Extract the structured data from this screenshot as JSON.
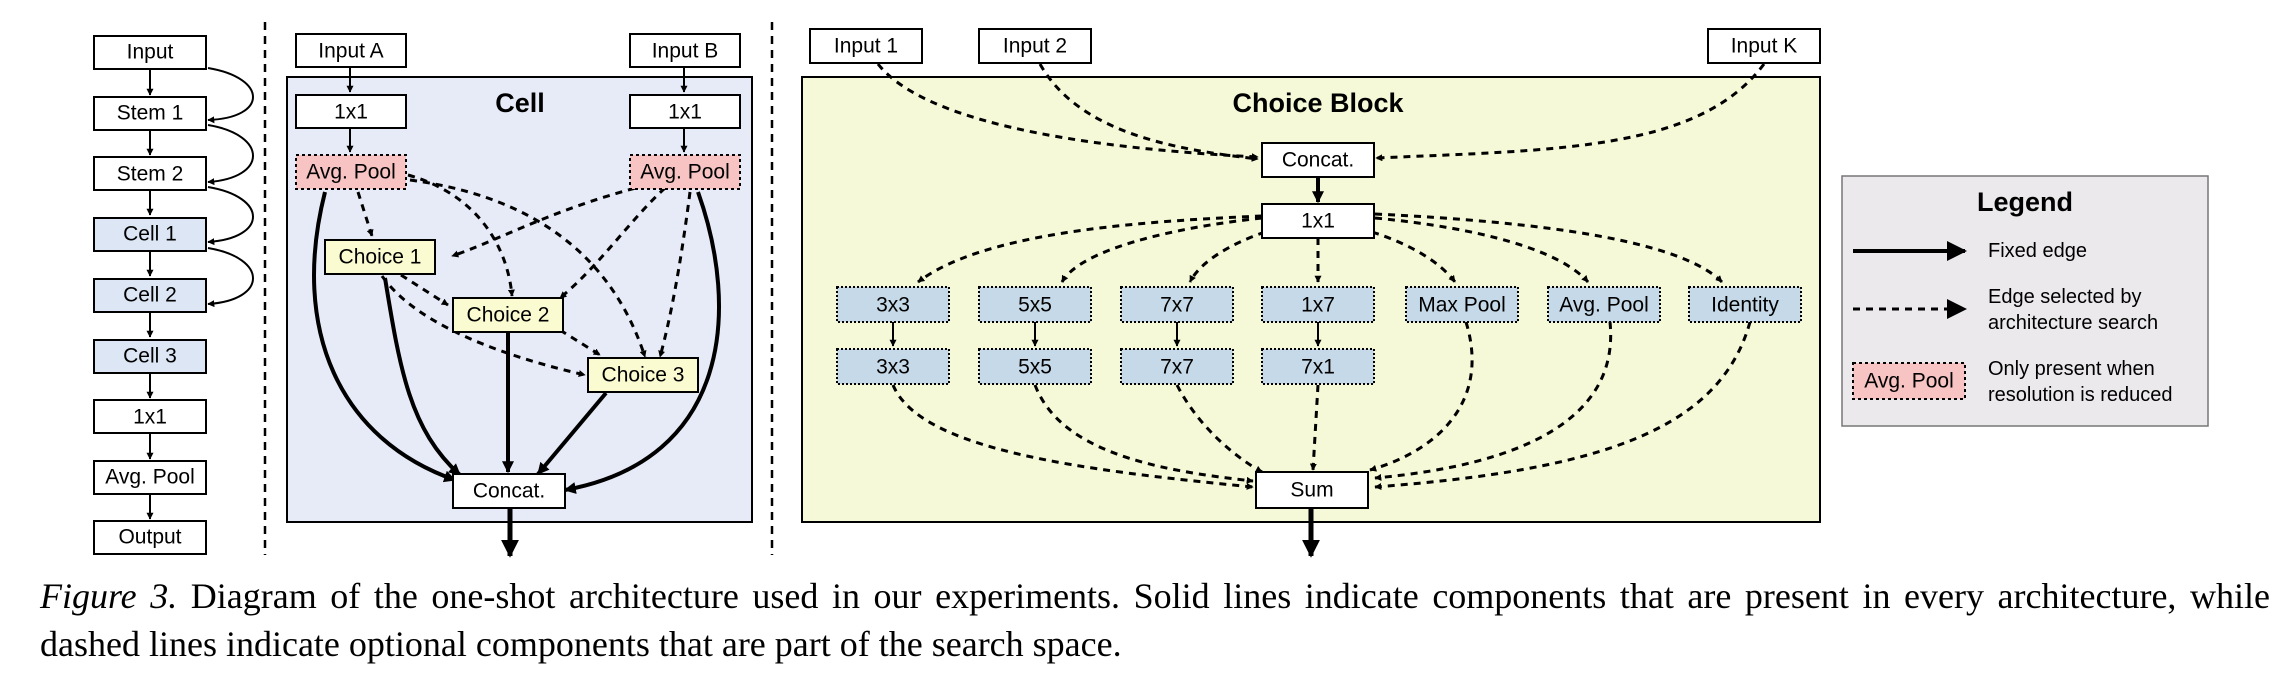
{
  "colors": {
    "blue_fill": "#c5d9e8",
    "blue_panel": "#e7ebf7",
    "yellow_panel": "#f5f9d7",
    "yellow_fill": "#fbfbd1",
    "pink_fill": "#f7c3c3",
    "pink_border": "#d06060",
    "legend_bg": "#ebe9ec"
  },
  "overview": {
    "input": "Input",
    "stem1": "Stem 1",
    "stem2": "Stem 2",
    "cell1": "Cell 1",
    "cell2": "Cell 2",
    "cell3": "Cell 3",
    "conv1x1": "1x1",
    "avg_pool": "Avg. Pool",
    "output": "Output"
  },
  "cell": {
    "title": "Cell",
    "input_a": "Input A",
    "input_b": "Input B",
    "conv_a": "1x1",
    "conv_b": "1x1",
    "pool_a": "Avg. Pool",
    "pool_b": "Avg. Pool",
    "choice1": "Choice 1",
    "choice2": "Choice 2",
    "choice3": "Choice 3",
    "concat": "Concat."
  },
  "choice_block": {
    "title": "Choice Block",
    "input1": "Input 1",
    "input2": "Input 2",
    "inputk": "Input K",
    "concat": "Concat.",
    "conv1x1": "1x1",
    "ops_top": [
      "3x3",
      "5x5",
      "7x7",
      "1x7",
      "Max Pool",
      "Avg. Pool",
      "Identity"
    ],
    "ops_bottom": [
      "3x3",
      "5x5",
      "7x7",
      "7x1"
    ],
    "sum": "Sum"
  },
  "legend": {
    "title": "Legend",
    "fixed_edge": "Fixed edge",
    "selected_edge_line1": "Edge selected by",
    "selected_edge_line2": "architecture search",
    "pool_sample": "Avg. Pool",
    "pool_note_line1": "Only present when",
    "pool_note_line2": "resolution is reduced"
  },
  "caption": {
    "label": "Figure 3.",
    "text": " Diagram of the one-shot architecture used in our experiments.  Solid lines indicate components that are present in every architecture, while dashed lines indicate optional components that are part of the search space."
  }
}
